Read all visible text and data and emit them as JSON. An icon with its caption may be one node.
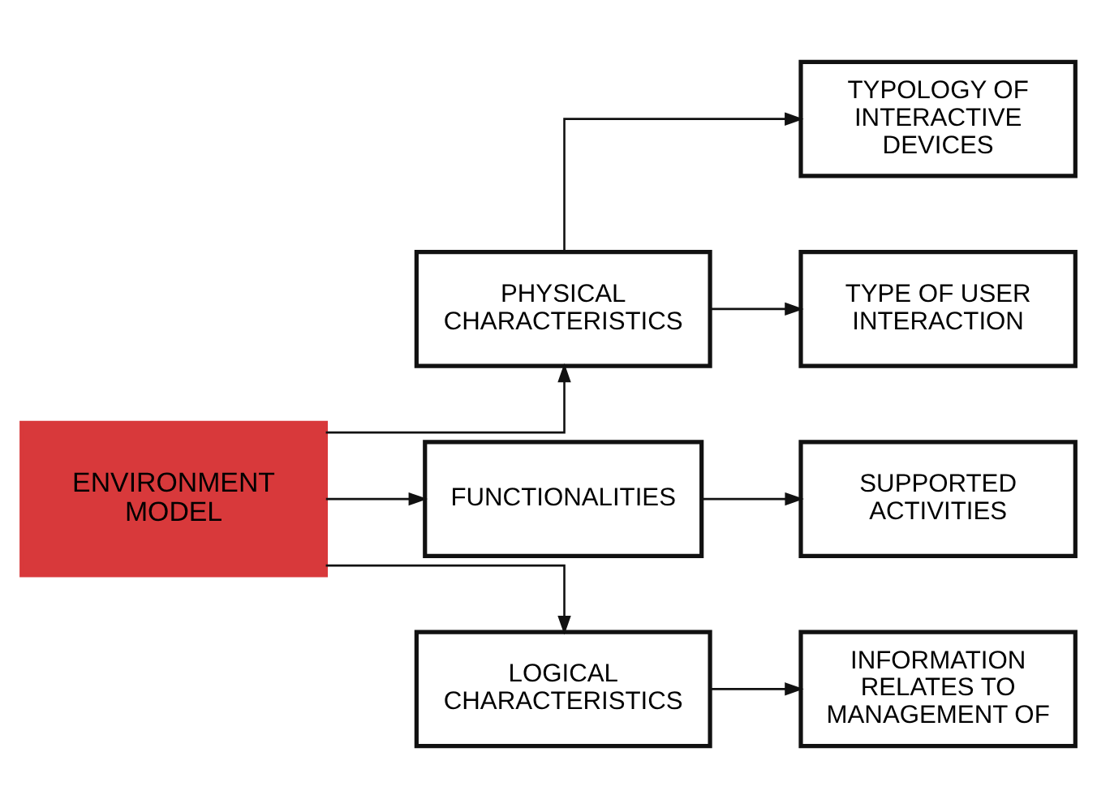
{
  "diagram": {
    "nodes": [
      {
        "text": [
          "ENVIRONMENT MODEL"
        ]
      },
      {
        "text": [
          "PHYSICAL CHARACTERISTICS"
        ]
      },
      {
        "text": [
          "FUNCTIONALITIES"
        ]
      },
      {
        "text": [
          "LOGICAL CHARACTERISTICS"
        ]
      },
      {
        "text": [
          "TYPOLOGY OF INTERACTIVE DEVICES"
        ]
      },
      {
        "text": [
          "TYPE OF USER INTERACTION"
        ]
      },
      {
        "text": [
          "SUPPORTED ACTIVITIES"
        ]
      },
      {
        "text": [
          "INFORMATION RELATES TO MANAGEMENT OF"
        ]
      }
    ],
    "edges": [
      {
        "from": 0,
        "to": 1,
        "arrow": "to"
      },
      {
        "from": 0,
        "to": 2,
        "arrow": "to"
      },
      {
        "from": 0,
        "to": 3,
        "arrow": "to"
      },
      {
        "from": 1,
        "to": 4,
        "arrow": "to"
      },
      {
        "from": 1,
        "to": 5,
        "arrow": "to"
      },
      {
        "from": 2,
        "to": 6,
        "arrow": "to"
      },
      {
        "from": 3,
        "to": 7,
        "arrow": "to"
      }
    ]
  }
}
